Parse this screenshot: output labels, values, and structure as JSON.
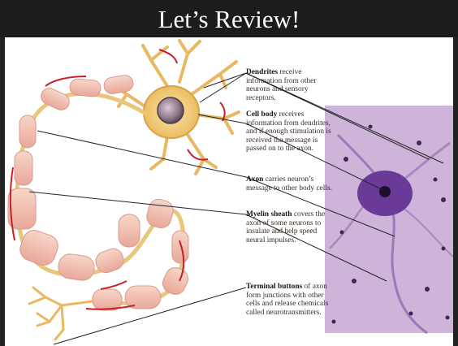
{
  "slide": {
    "title": "Let’s Review!"
  },
  "labels": [
    {
      "term": "Dendrites",
      "text": " receive information from other neurons and sensory receptors."
    },
    {
      "term": "Cell body",
      "text": " receives information from dendrites, and if enough stimulation is received the message is passed on to the axon."
    },
    {
      "term": "Axon",
      "text": " carries neuron’s message to other body cells."
    },
    {
      "term": "Myelin sheath",
      "text": " covers the axon of some neurons to insulate and help speed neural impulses."
    },
    {
      "term": "Terminal buttons",
      "text": " of axon form junctions with other cells and release chemicals called neurotransmitters."
    }
  ],
  "colors": {
    "title_bar": "#1c1c1c",
    "myelin": "#f2c2b4",
    "axon": "#e8c77a",
    "arrow": "#c8202a",
    "stain": "#7a4aa0"
  }
}
